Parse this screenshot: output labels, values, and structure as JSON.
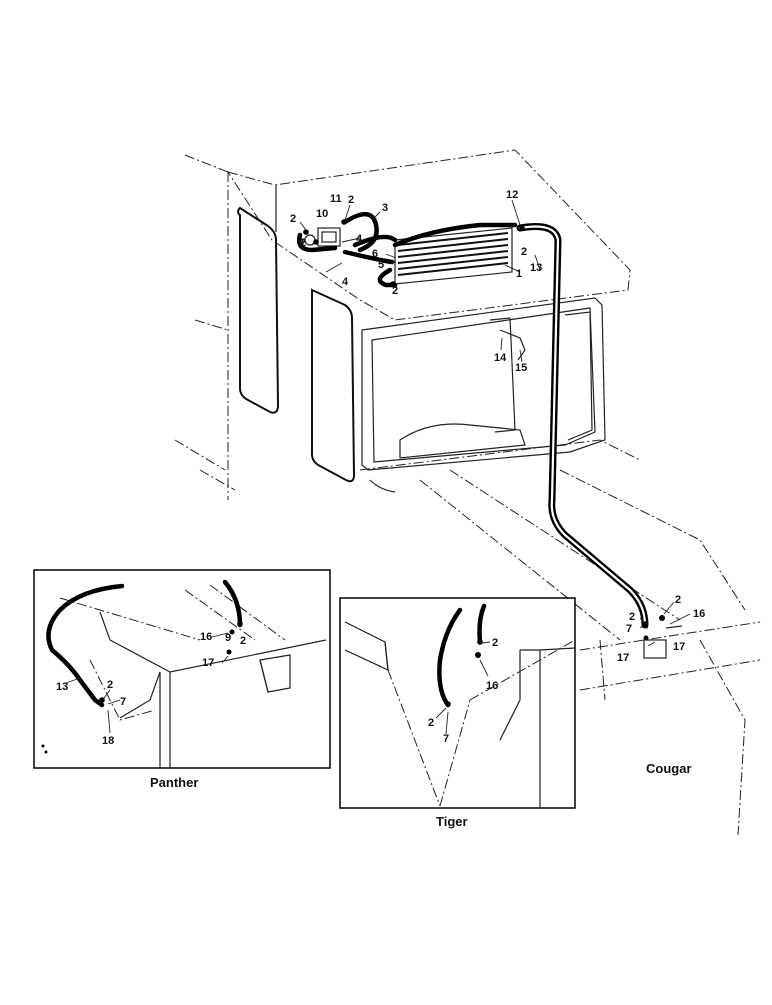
{
  "callouts": {
    "main": [
      "1",
      "2",
      "2",
      "2",
      "2",
      "2",
      "3",
      "4",
      "4",
      "5",
      "6",
      "9",
      "10",
      "11",
      "12",
      "13",
      "14",
      "15",
      "2",
      "2",
      "7",
      "16",
      "17",
      "17"
    ],
    "panther": [
      "13",
      "2",
      "7",
      "18",
      "16",
      "9",
      "2",
      "17"
    ],
    "tiger": [
      "2",
      "16",
      "2",
      "7"
    ]
  },
  "captions": {
    "panther": "Panther",
    "tiger": "Tiger",
    "cougar": "Cougar"
  }
}
